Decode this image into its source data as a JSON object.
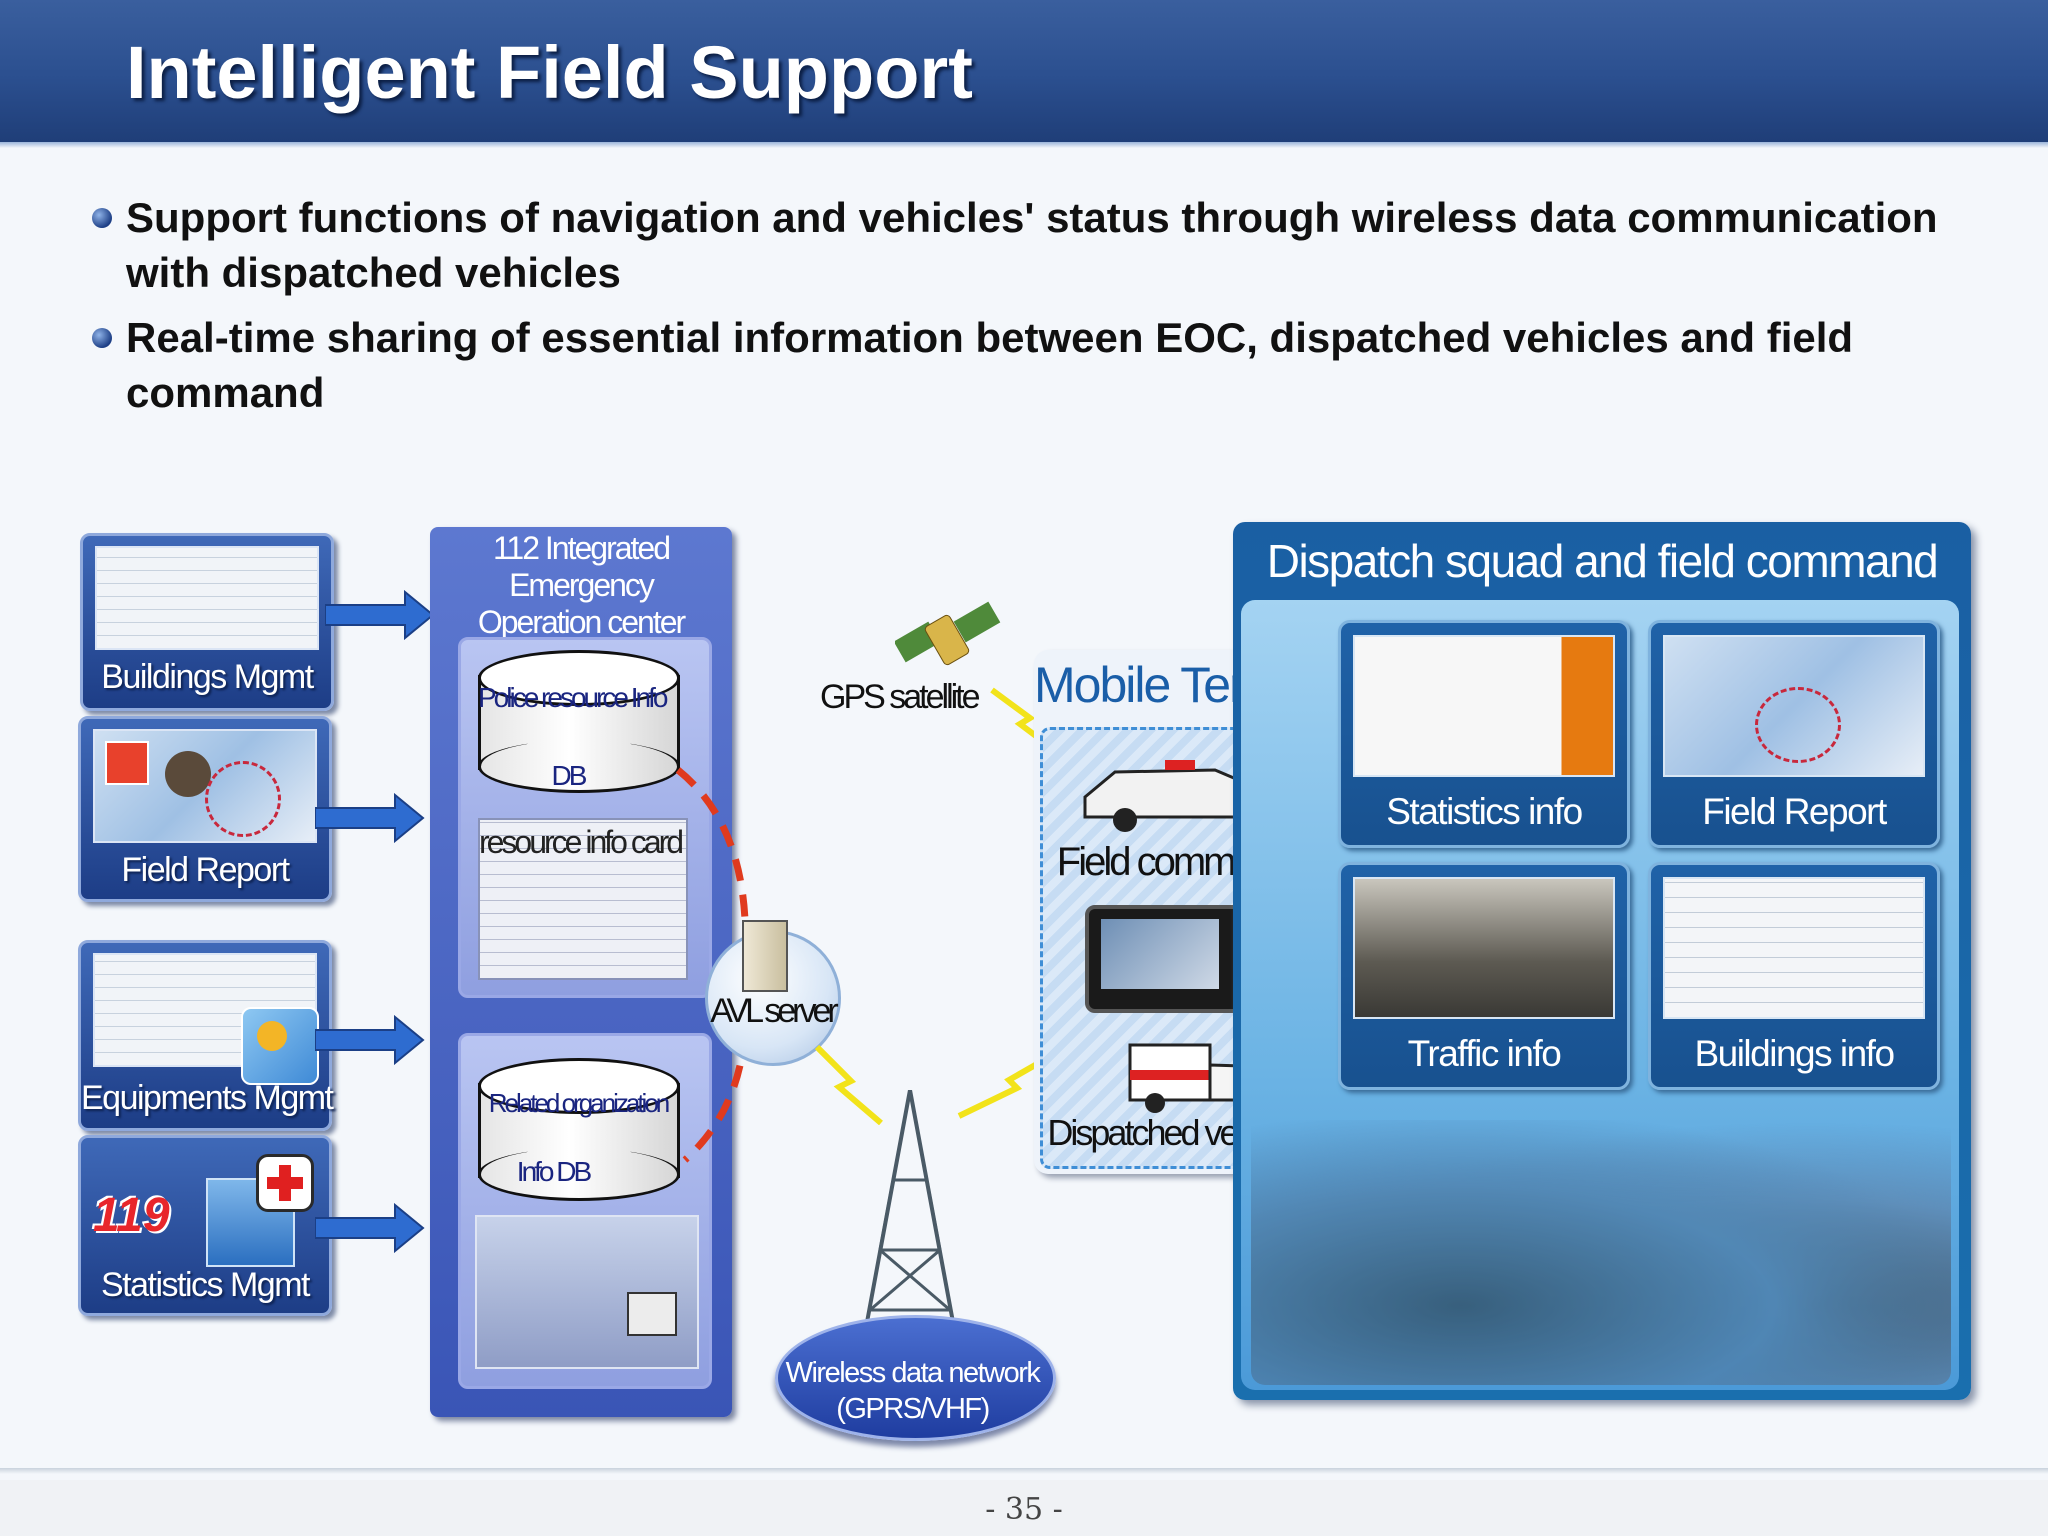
{
  "slide": {
    "title": "Intelligent Field Support",
    "bullets": [
      "Support functions of navigation and vehicles' status through wireless data communication with dispatched vehicles",
      "Real-time sharing of essential information between EOC, dispatched vehicles and field command"
    ],
    "page_number": "- 35 -"
  },
  "diagram": {
    "left_tiles": [
      {
        "label": "Buildings Mgmt",
        "icon": "floor-plan-icon"
      },
      {
        "label": "Field Report",
        "icon": "map-report-icon"
      },
      {
        "label": "Equipments Mgmt",
        "icon": "weather-dashboard-icon"
      },
      {
        "label": "Statistics Mgmt",
        "icon": "hospital-icon",
        "badge": "119"
      }
    ],
    "eoc": {
      "title_line1": "112 Integrated Emergency",
      "title_line2": "Operation center",
      "db1_line1": "Police resource Info",
      "db1_line2": "DB",
      "card_label": "resource info card",
      "db2_line1": "Related organization",
      "db2_line2": "Info DB"
    },
    "avl_server": "AVL server",
    "gps_satellite": "GPS satellite",
    "network_line1": "Wireless data network",
    "network_line2": "(GPRS/VHF)",
    "mobile_terminal": {
      "title": "Mobile Terminal",
      "field_command": "Field command",
      "dispatched_vehicles": "Dispatched vehicles"
    },
    "dispatch": {
      "title": "Dispatch squad and field command",
      "tiles": [
        "Statistics info",
        "Field Report",
        "Traffic info",
        "Buildings info"
      ]
    },
    "colors": {
      "header_blue": "#2b4f8f",
      "eoc_purple": "#4a63c2",
      "dispatch_blue": "#1a66a8",
      "link_red": "#e03a1e"
    }
  }
}
